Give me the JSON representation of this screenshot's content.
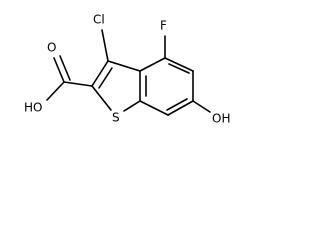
{
  "molecule": {
    "atoms": {
      "chlorine": "Cl",
      "fluorine": "F",
      "sulfur": "S",
      "carboxyl_oxygen_double": "O",
      "carboxyl_hydroxyl": "HO",
      "ring_hydroxyl": "OH"
    },
    "colors": {
      "bond": "#000000",
      "label": "#000000",
      "background": "#ffffff"
    }
  }
}
